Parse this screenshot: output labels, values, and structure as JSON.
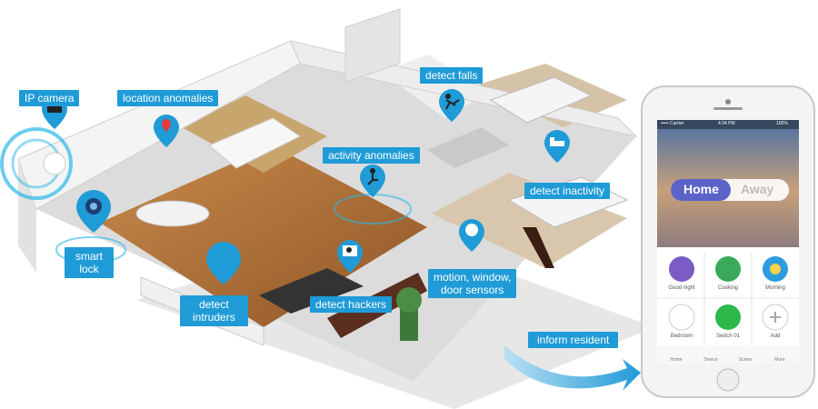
{
  "labels": {
    "ip_camera": "IP camera",
    "location_anomalies": "location anomalies",
    "detect_falls": "detect falls",
    "activity_anomalies": "activity anomalies",
    "detect_inactivity": "detect inactivity",
    "smart_lock_line1": "smart",
    "smart_lock_line2": "lock",
    "motion_line1": "motion, window,",
    "motion_line2": "door sensors",
    "detect_intruders_line1": "detect",
    "detect_intruders_line2": "intruders",
    "detect_hackers": "detect hackers",
    "inform_resident": "inform resident"
  },
  "icons": [
    "camera-icon",
    "location-pin-icon",
    "fall-person-icon",
    "bed-icon",
    "person-sitting-icon",
    "lock-icon",
    "sensor-icon",
    "intruder-icon",
    "hacker-icon",
    "arrow-icon"
  ],
  "phone": {
    "carrier": "••••• Carrier",
    "time": "4:34 PM",
    "battery": "100%",
    "mode_home": "Home",
    "mode_away": "Away",
    "tiles": [
      {
        "label": "Good night",
        "icon": "moon-icon",
        "color": "#7b5bc4"
      },
      {
        "label": "Cooking",
        "icon": "chef-hat-icon",
        "color": "#3aaa5a"
      },
      {
        "label": "Morning",
        "icon": "sun-icon",
        "color": "#2d9be0"
      },
      {
        "label": "Bedroom",
        "icon": "bulb-icon",
        "color": "#ffffff"
      },
      {
        "label": "Switch 01",
        "icon": "power-icon",
        "color": "#2eb84a"
      },
      {
        "label": "Add",
        "icon": "plus-icon",
        "color": "#ffffff"
      }
    ],
    "tabs": [
      "Home",
      "Device",
      "Scene",
      "More"
    ]
  },
  "colors": {
    "label_bg": "#1f9bd7",
    "accent": "#1f9bd7",
    "floor": "#b7793f"
  }
}
